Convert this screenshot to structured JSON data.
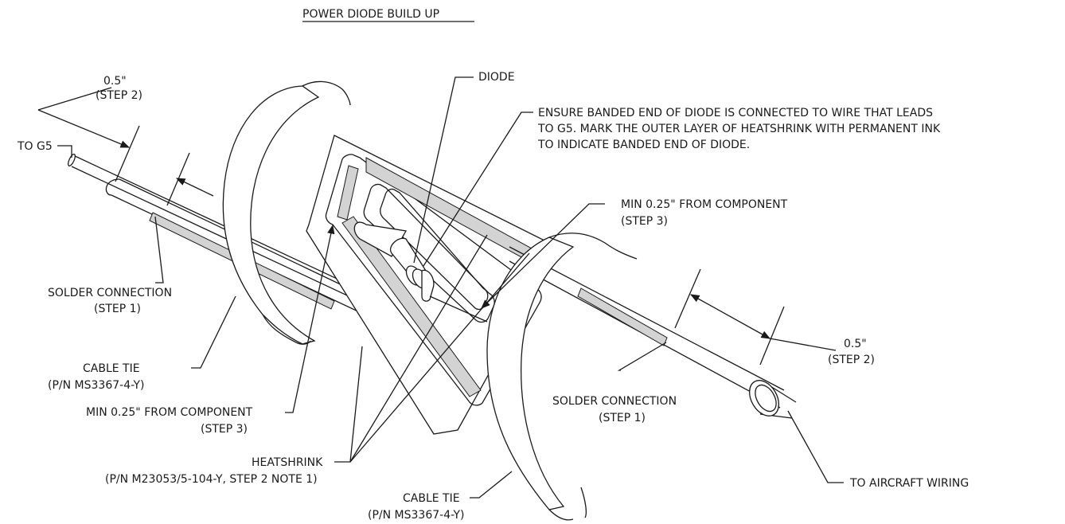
{
  "title": "POWER DIODE BUILD UP",
  "labels": {
    "dim_top_value": "0.5\"",
    "dim_top_step": "(STEP 2)",
    "to_g5": "TO G5",
    "diode": "DIODE",
    "ensure_line1": "ENSURE BANDED END OF DIODE IS CONNECTED TO WIRE THAT LEADS",
    "ensure_line2": "TO G5. MARK THE OUTER LAYER OF HEATSHRINK WITH PERMANENT INK",
    "ensure_line3": "TO INDICATE BANDED END OF DIODE.",
    "min_right_line1": "MIN 0.25\" FROM COMPONENT",
    "min_right_line2": "(STEP 3)",
    "solder_left_line1": "SOLDER CONNECTION",
    "solder_left_line2": "(STEP 1)",
    "cable_tie_left_line1": "CABLE TIE",
    "cable_tie_left_line2": "(P/N MS3367-4-Y)",
    "min_left_line1": "MIN 0.25\" FROM COMPONENT",
    "min_left_line2": "(STEP 3)",
    "heatshrink_line1": "HEATSHRINK",
    "heatshrink_line2": "(P/N M23053/5-104-Y, STEP 2 NOTE 1)",
    "cable_tie_bottom_line1": "CABLE TIE",
    "cable_tie_bottom_line2": "(P/N MS3367-4-Y)",
    "dim_right_value": "0.5\"",
    "dim_right_step": "(STEP 2)",
    "solder_right_line1": "SOLDER CONNECTION",
    "solder_right_line2": "(STEP 1)",
    "to_aircraft": "TO AIRCRAFT WIRING"
  }
}
